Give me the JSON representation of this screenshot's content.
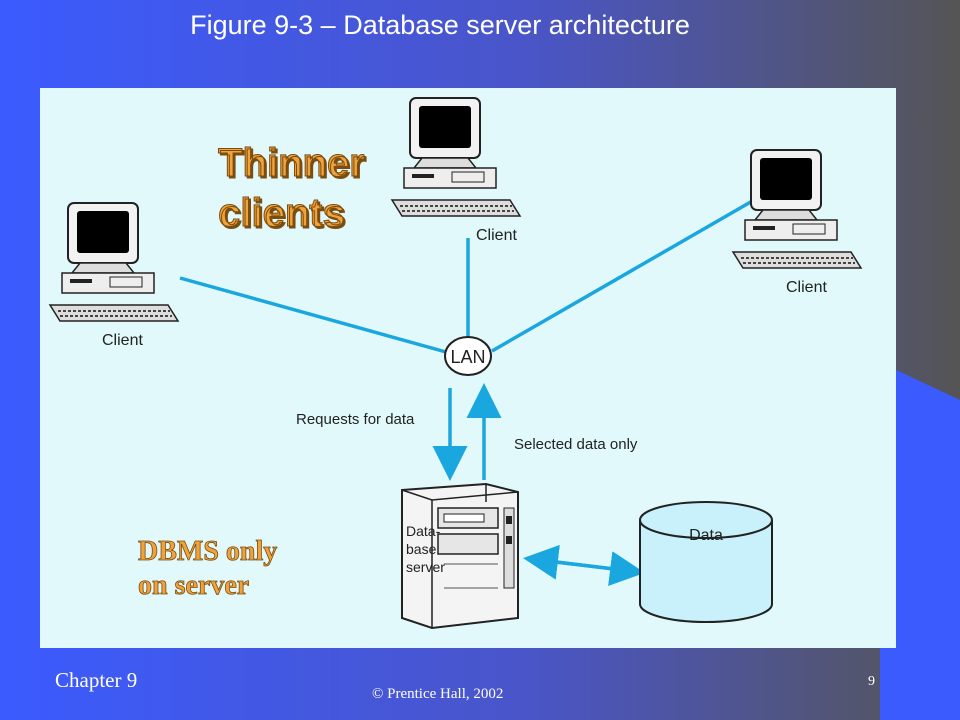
{
  "slide": {
    "title": "Figure 9-3 – Database server architecture",
    "chapter": "Chapter 9",
    "copyright": "© Prentice Hall, 2002",
    "page_number": "9"
  },
  "diagram": {
    "callouts": {
      "thinner_line1": "Thinner",
      "thinner_line2": "clients",
      "dbms_line1": "DBMS only",
      "dbms_line2": "on server"
    },
    "clients": [
      {
        "label": "Client"
      },
      {
        "label": "Client"
      },
      {
        "label": "Client"
      }
    ],
    "hub_label": "LAN",
    "arrow_down_label": "Requests for data",
    "arrow_up_label": "Selected data only",
    "server_label_line1": "Data-",
    "server_label_line2": "base",
    "server_label_line3": "server",
    "data_label": "Data"
  },
  "colors": {
    "background_blue": "#3b5bff",
    "panel": "#e1f9fb",
    "link_line": "#1aa6de",
    "callout_orange": "#f2a23a"
  }
}
